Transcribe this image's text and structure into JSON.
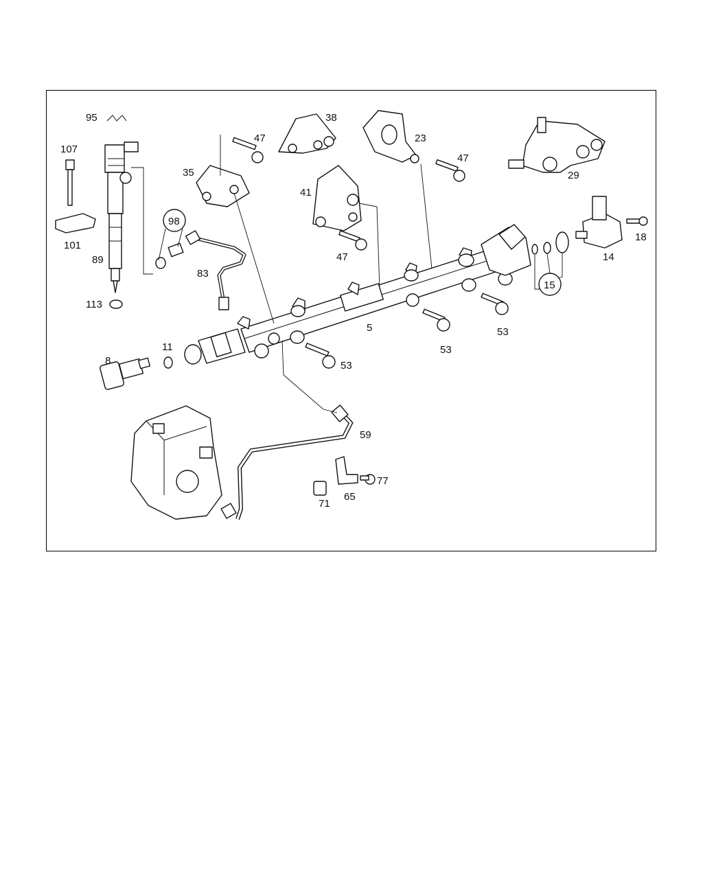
{
  "diagram": {
    "callouts": [
      {
        "id": "95",
        "text": "95"
      },
      {
        "id": "107",
        "text": "107"
      },
      {
        "id": "101",
        "text": "101"
      },
      {
        "id": "89",
        "text": "89"
      },
      {
        "id": "113",
        "text": "113"
      },
      {
        "id": "35",
        "text": "35"
      },
      {
        "id": "47a",
        "text": "47"
      },
      {
        "id": "38",
        "text": "38"
      },
      {
        "id": "23",
        "text": "23"
      },
      {
        "id": "47b",
        "text": "47"
      },
      {
        "id": "29",
        "text": "29"
      },
      {
        "id": "41",
        "text": "41"
      },
      {
        "id": "47c",
        "text": "47"
      },
      {
        "id": "98",
        "text": "98"
      },
      {
        "id": "83",
        "text": "83"
      },
      {
        "id": "18",
        "text": "18"
      },
      {
        "id": "14",
        "text": "14"
      },
      {
        "id": "15",
        "text": "15"
      },
      {
        "id": "5",
        "text": "5"
      },
      {
        "id": "53a",
        "text": "53"
      },
      {
        "id": "53b",
        "text": "53"
      },
      {
        "id": "53c",
        "text": "53"
      },
      {
        "id": "8",
        "text": "8"
      },
      {
        "id": "11",
        "text": "11"
      },
      {
        "id": "59",
        "text": "59"
      },
      {
        "id": "77",
        "text": "77"
      },
      {
        "id": "71",
        "text": "71"
      },
      {
        "id": "65",
        "text": "65"
      }
    ]
  }
}
